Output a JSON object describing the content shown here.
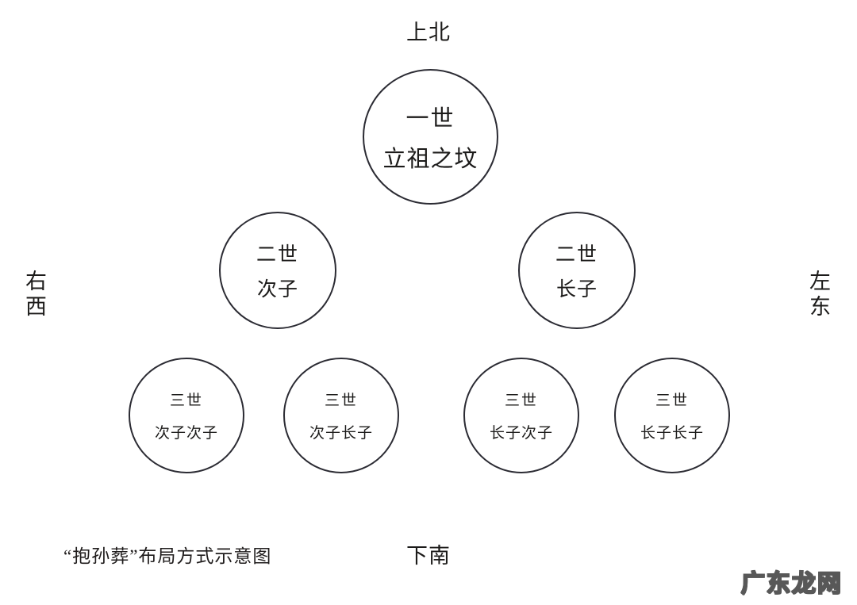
{
  "diagram": {
    "caption": "“抱孙葬”布局方式示意图",
    "background_color": "#ffffff",
    "circle_stroke_color": "#2b2b33",
    "text_color": "#1c1b1a"
  },
  "directions": {
    "north": "上北",
    "south": "下南",
    "west_top": "右",
    "west_bottom": "西",
    "east_top": "左",
    "east_bottom": "东"
  },
  "generations": {
    "g1": {
      "gen": "一世",
      "role": "立祖之坟"
    },
    "g2": [
      {
        "gen": "二世",
        "role": "次子"
      },
      {
        "gen": "二世",
        "role": "长子"
      }
    ],
    "g3": [
      {
        "gen": "三世",
        "role": "次子次子"
      },
      {
        "gen": "三世",
        "role": "次子长子"
      },
      {
        "gen": "三世",
        "role": "长子次子"
      },
      {
        "gen": "三世",
        "role": "长子长子"
      }
    ]
  },
  "watermark": {
    "text": "广东龙网"
  }
}
